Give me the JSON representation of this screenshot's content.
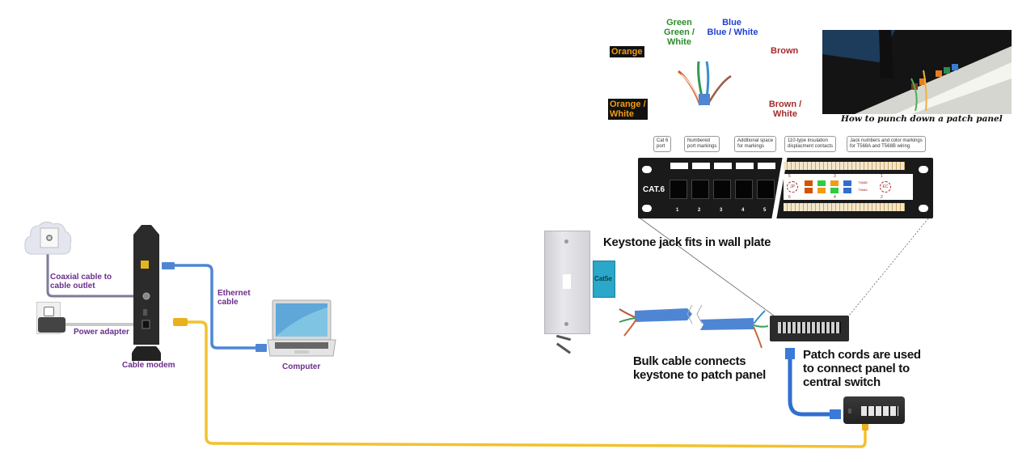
{
  "home_network": {
    "coax_label": "Coaxial cable to\ncable outlet",
    "power_label": "Power adapter",
    "modem_label": "Cable modem",
    "ethernet_label": "Ethernet\ncable",
    "computer_label": "Computer"
  },
  "wire_colors": {
    "orange": "Orange",
    "orange_white": "Orange /\nWhite",
    "green": "Green",
    "green_white": "Green /\nWhite",
    "blue": "Blue",
    "blue_white": "Blue / White",
    "brown": "Brown",
    "brown_white": "Brown /\nWhite"
  },
  "punchdown_photo": {
    "caption": "How to punch down a patch panel"
  },
  "patch_panel": {
    "brand": "CAT.6",
    "port_numbers": [
      "1",
      "2",
      "3",
      "4",
      "5"
    ],
    "callouts": [
      "Cat 6\nport",
      "Numbered\nport markings",
      "Additional space\nfor markings",
      "110-type insulation\ndisplacment contacts",
      "Jack numbers and color markings\nfor T568A and T568B wiring"
    ],
    "jack_numbers": [
      "5",
      "3",
      "1",
      "6",
      "4",
      "2"
    ],
    "wiring_labels": [
      "T568B",
      "T568A"
    ],
    "badges": [
      "JP",
      "EC"
    ]
  },
  "keystone": {
    "wall_plate_label": "Keystone jack fits in wall plate",
    "jack_label": "Cat5e",
    "bulk_cable_label": "Bulk cable connects\nkeystone to patch panel",
    "patch_cords_label": "Patch cords are used\nto connect panel to\ncentral switch"
  },
  "colors": {
    "label_purple": "#6b2d8c",
    "ethernet_blue": "#4f86d4",
    "yellow_cable": "#f2c12e",
    "coax_gray": "#7b7b9a",
    "orange": "#f39c12",
    "green": "#2e8b2e",
    "blue": "#1f3fd6",
    "brown": "#a52a2a",
    "device_dark": "#2b2b2b"
  }
}
